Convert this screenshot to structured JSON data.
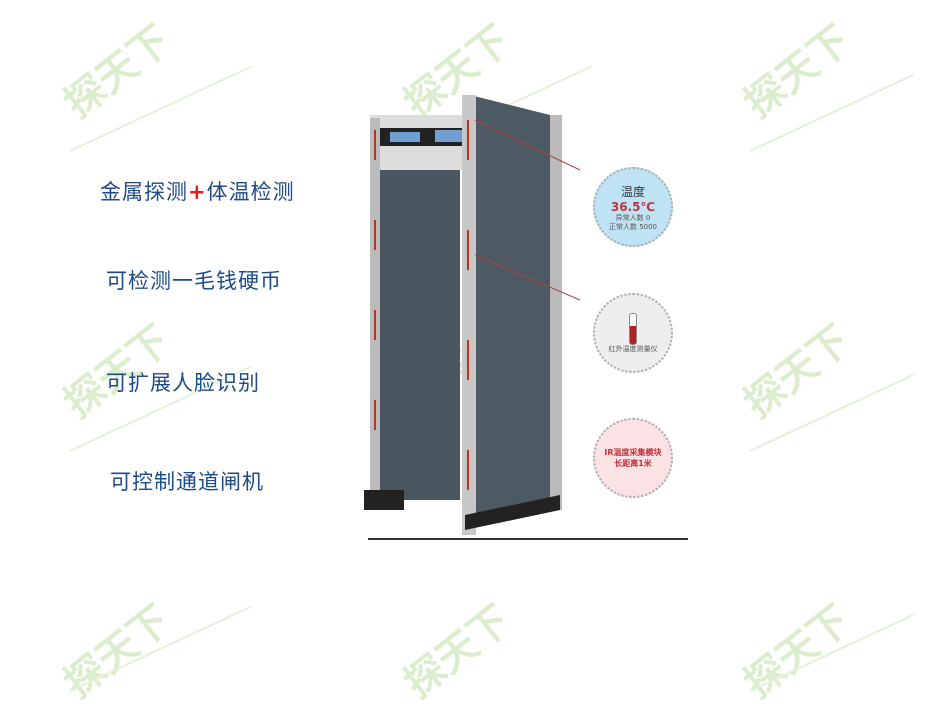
{
  "features": {
    "f1a": "金属探测",
    "f1plus": "+",
    "f1b": "体温检测",
    "f2": "可检测一毛钱硬币",
    "f3": "可扩展人脸识别",
    "f4": "可控制通道闸机"
  },
  "badges": {
    "temp_title": "温度",
    "temp_value": "36.5℃",
    "abnormal": "异常人数  0",
    "normal": "正常人数  5000",
    "thermo_label": "红外温度测量仪",
    "ir_line1": "IR温度采集模块",
    "ir_line2": "长距离1米"
  },
  "watermark": "探天下",
  "colors": {
    "feature_text": "#1d4a8a",
    "accent": "#e0201a"
  }
}
